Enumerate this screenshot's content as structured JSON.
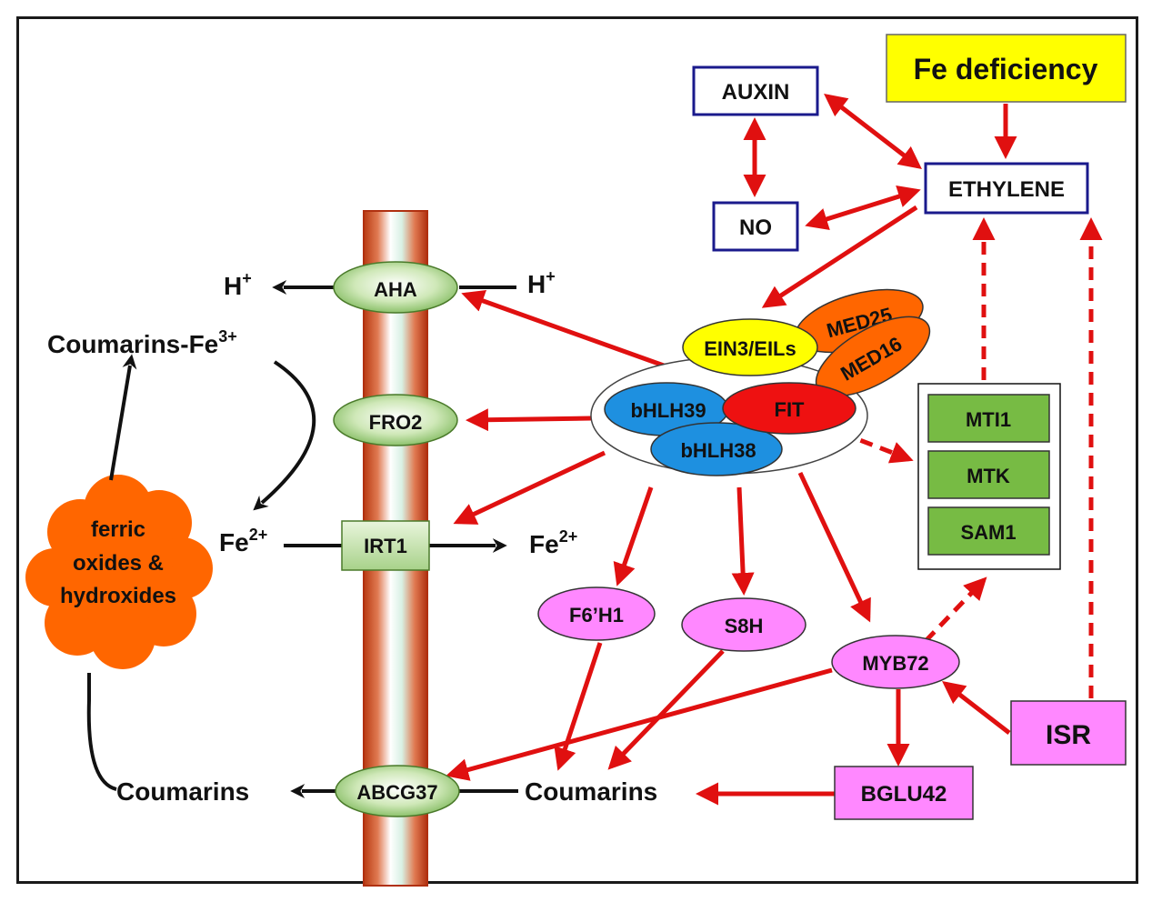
{
  "nodes": {
    "fe_deficiency": "Fe deficiency",
    "auxin": "AUXIN",
    "ethylene": "ETHYLENE",
    "no": "NO",
    "med25": "MED25",
    "med16": "MED16",
    "ein3": "EIN3/EILs",
    "bhlh39": "bHLH39",
    "fit": "FIT",
    "bhlh38": "bHLH38",
    "mti1": "MTI1",
    "mtk": "MTK",
    "sam1": "SAM1",
    "aha": "AHA",
    "fro2": "FRO2",
    "irt1": "IRT1",
    "abcg37": "ABCG37",
    "f6h1": "F6’H1",
    "s8h": "S8H",
    "myb72": "MYB72",
    "isr": "ISR",
    "bglu42": "BGLU42",
    "coumarins_inner": "Coumarins",
    "coumarins_outer": "Coumarins",
    "h_left": "H",
    "h_right": "H",
    "h_sup": "+",
    "coumarins_fe": "Coumarins-Fe",
    "coumarins_fe_sup": "3+",
    "fe_left": "Fe",
    "fe_right": "Fe",
    "fe_sup": "2+",
    "ferric_line1": "ferric",
    "ferric_line2": "oxides &",
    "ferric_line3": "hydroxides"
  },
  "colors": {
    "red_arrow": "#e01010",
    "black_arrow": "#111111",
    "yellow": "#ffff00",
    "orange": "#ff6600",
    "blue": "#1e90e0",
    "fit_red": "#ee1111",
    "green": "#77bb44",
    "pink": "#ff88ff",
    "navy_border": "#1a1a8c"
  }
}
